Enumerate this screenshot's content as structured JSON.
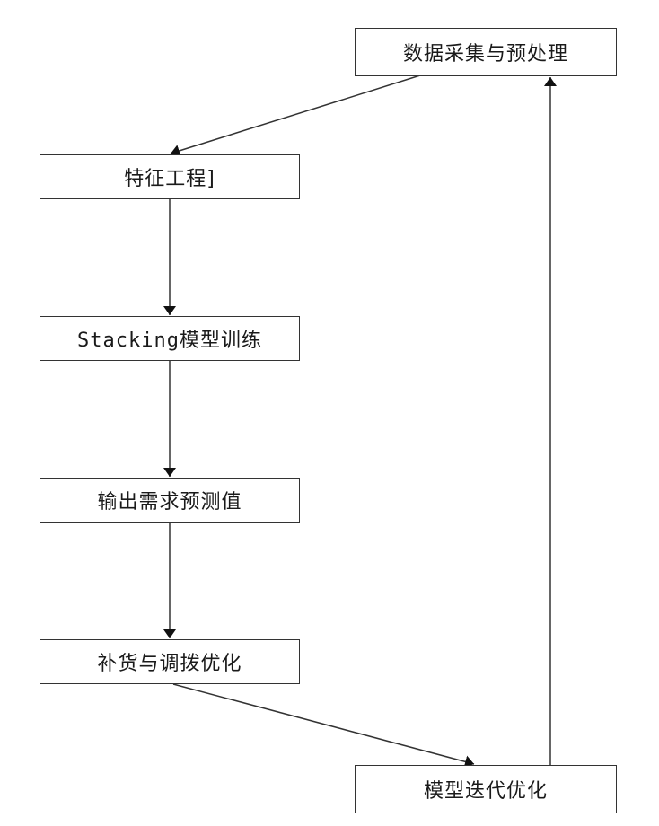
{
  "flowchart": {
    "nodes": {
      "data_collection": "数据采集与预处理",
      "feature_engineering": "特征工程]",
      "stacking_training": "Stacking模型训练",
      "output_prediction": "输出需求预测值",
      "replenishment": "补货与调拨优化",
      "model_iteration": "模型迭代优化"
    }
  }
}
